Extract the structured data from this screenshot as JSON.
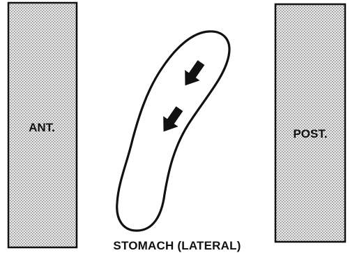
{
  "panels": {
    "anterior_label": "ANT.",
    "posterior_label": "POST."
  },
  "caption": "STOMACH (LATERAL)",
  "icons": {
    "arrow_upper": "down-left-arrow-icon",
    "arrow_lower": "down-left-arrow-icon"
  },
  "colors": {
    "ink": "#111111",
    "panel_fill": "#cfcfcf",
    "background": "#ffffff"
  }
}
